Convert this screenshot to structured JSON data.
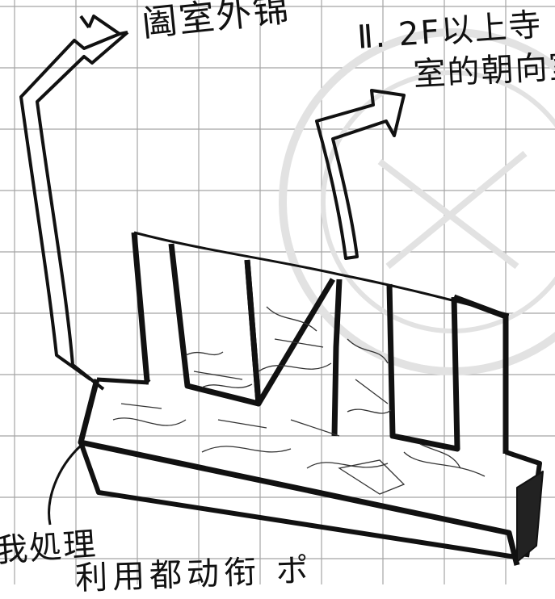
{
  "sketch": {
    "labels": {
      "top_left": "阖室外锦",
      "top_right_line1": "Ⅱ. 2F以上寺",
      "top_right_line2": "室的朝向室",
      "bottom_left": "我処理",
      "bottom": "利用都动衔 ポ"
    }
  },
  "colors": {
    "ink": "#111111",
    "grid": "#9a9a9a",
    "paper": "#ffffff",
    "watermark": "#e6e6e6"
  }
}
